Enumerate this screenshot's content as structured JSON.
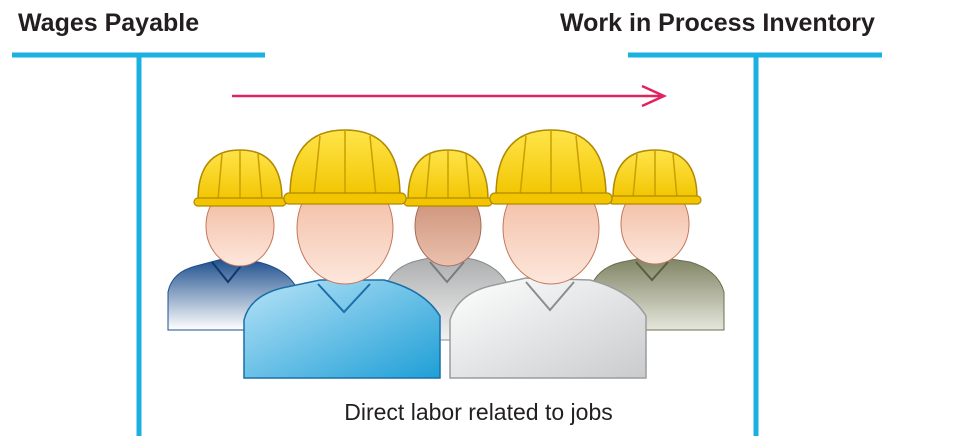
{
  "accounts": {
    "left": "Wages Payable",
    "right": "Work in Process Inventory"
  },
  "caption": "Direct labor related to jobs",
  "colors": {
    "t_account_line": "#1ab0e0",
    "arrow": "#e0245e",
    "helmet": "#f2c500",
    "text": "#231f20"
  },
  "icons": {
    "arrow": "right-arrow-icon",
    "workers": "construction-workers-illustration"
  }
}
